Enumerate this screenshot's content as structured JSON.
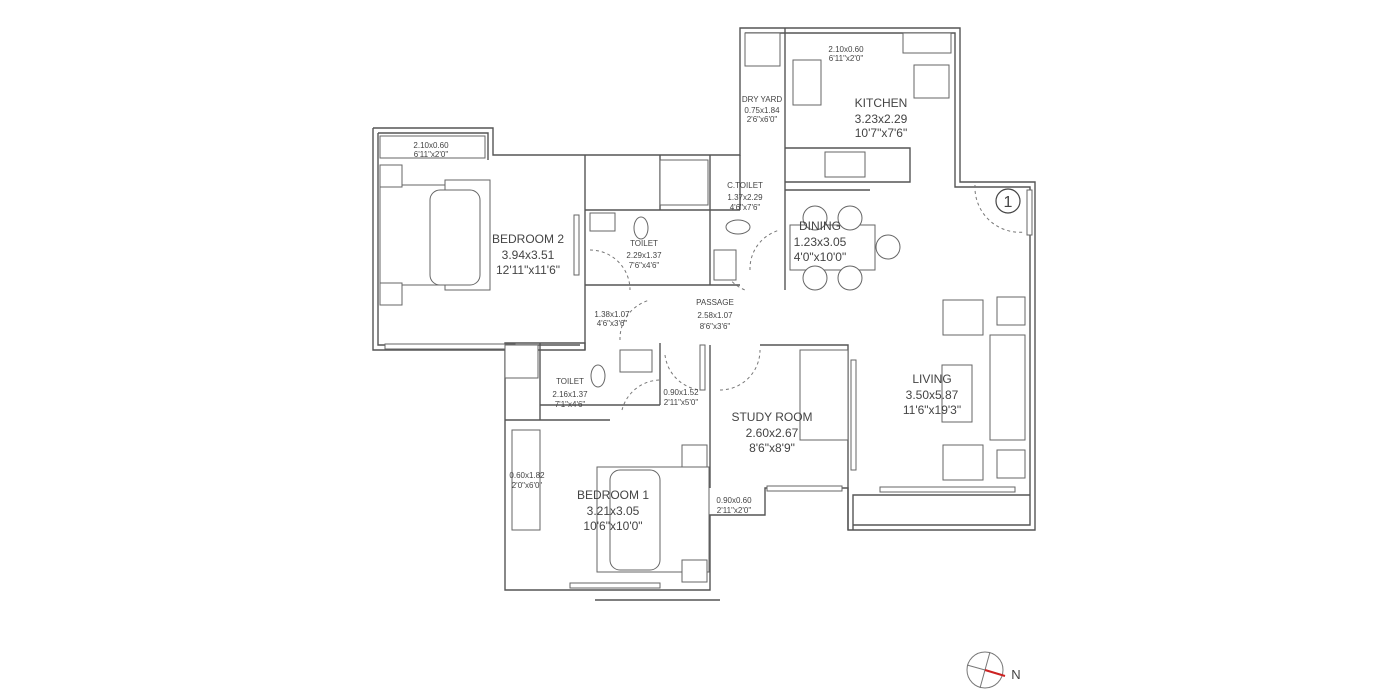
{
  "rooms": {
    "bedroom2": {
      "name": "BEDROOM 2",
      "metric": "3.94x3.51",
      "imperial": "12'11\"x11'6\""
    },
    "bedroom2_wardrobe": {
      "metric": "2.10x0.60",
      "imperial": "6'11\"x2'0\""
    },
    "toilet_top": {
      "name": "TOILET",
      "metric": "2.29x1.37",
      "imperial": "7'6\"x4'6\""
    },
    "c_toilet": {
      "name": "C.TOILET",
      "metric": "1.37x2.29",
      "imperial": "4'6\"x7'6\""
    },
    "dry_yard": {
      "name": "DRY YARD",
      "metric": "0.75x1.84",
      "imperial": "2'6\"x6'0\""
    },
    "kitchen": {
      "name": "KITCHEN",
      "metric": "3.23x2.29",
      "imperial": "10'7\"x7'6\""
    },
    "kitchen_counter": {
      "metric": "2.10x0.60",
      "imperial": "6'11\"x2'0\""
    },
    "dining": {
      "name": "DINING",
      "metric": "1.23x3.05",
      "imperial": "4'0\"x10'0\""
    },
    "passage": {
      "name": "PASSAGE",
      "metric": "2.58x1.07",
      "imperial": "8'6\"x3'6\""
    },
    "lobby": {
      "metric": "1.38x1.07",
      "imperial": "4'6\"x3'6\""
    },
    "toilet_bottom": {
      "name": "TOILET",
      "metric": "2.16x1.37",
      "imperial": "7'1\"x4'6\""
    },
    "bed1_passage": {
      "metric": "0.90x1.52",
      "imperial": "2'11\"x5'0\""
    },
    "study": {
      "name": "STUDY ROOM",
      "metric": "2.60x2.67",
      "imperial": "8'6\"x8'9\""
    },
    "bedroom1": {
      "name": "BEDROOM 1",
      "metric": "3.21x3.05",
      "imperial": "10'6\"x10'0\""
    },
    "bedroom1_wardrobe": {
      "metric": "0.60x1.82",
      "imperial": "2'0\"x6'0\""
    },
    "niche": {
      "metric": "0.90x0.60",
      "imperial": "2'11\"x2'0\""
    },
    "living": {
      "name": "LIVING",
      "metric": "3.50x5.87",
      "imperial": "11'6\"x19'3\""
    }
  },
  "entrance_marker": "1",
  "compass": {
    "label": "N",
    "needle_color": "#cc2222"
  }
}
